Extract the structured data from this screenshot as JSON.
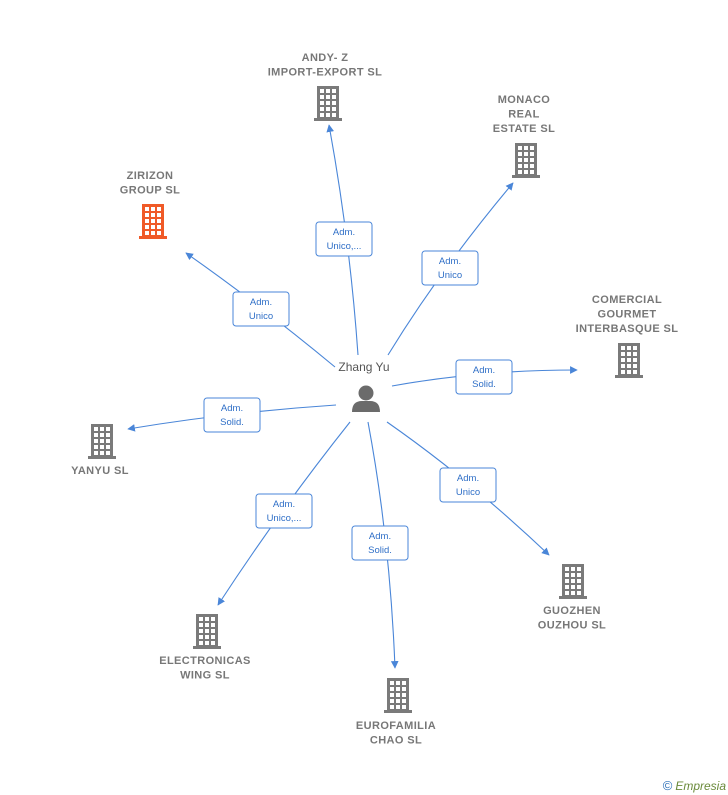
{
  "center": {
    "name": "Zhang Yu",
    "icon": "person-icon"
  },
  "companies": [
    {
      "id": "andy",
      "lines": [
        "ANDY- Z",
        "IMPORT-EXPORT SL"
      ],
      "relation": [
        "Adm.",
        "Unico,..."
      ],
      "highlight": false,
      "icon": "building-icon"
    },
    {
      "id": "monaco",
      "lines": [
        "MONACO",
        "REAL",
        "ESTATE  SL"
      ],
      "relation": [
        "Adm.",
        "Unico"
      ],
      "highlight": false,
      "icon": "building-icon"
    },
    {
      "id": "zirizon",
      "lines": [
        "ZIRIZON",
        "GROUP  SL"
      ],
      "relation": [
        "Adm.",
        "Unico"
      ],
      "highlight": true,
      "icon": "building-icon"
    },
    {
      "id": "comercial",
      "lines": [
        "COMERCIAL",
        "GOURMET",
        "INTERBASQUE SL"
      ],
      "relation": [
        "Adm.",
        "Solid."
      ],
      "highlight": false,
      "icon": "building-icon"
    },
    {
      "id": "yanyu",
      "lines": [
        "YANYU SL"
      ],
      "relation": [
        "Adm.",
        "Solid."
      ],
      "highlight": false,
      "icon": "building-icon"
    },
    {
      "id": "guozhen",
      "lines": [
        "GUOZHEN",
        "OUZHOU SL"
      ],
      "relation": [
        "Adm.",
        "Unico"
      ],
      "highlight": false,
      "icon": "building-icon"
    },
    {
      "id": "electronicas",
      "lines": [
        "ELECTRONICAS",
        "WING  SL"
      ],
      "relation": [
        "Adm.",
        "Unico,..."
      ],
      "highlight": false,
      "icon": "building-icon"
    },
    {
      "id": "eurofamilia",
      "lines": [
        "EUROFAMILIA",
        "CHAO SL"
      ],
      "relation": [
        "Adm.",
        "Solid."
      ],
      "highlight": false,
      "icon": "building-icon"
    }
  ],
  "colors": {
    "edge": "#4a86d8",
    "building": "#7a7a7a",
    "highlight": "#f05a28",
    "person": "#6b6b6b"
  },
  "footer": {
    "copyright": "©",
    "brand": "Empresia"
  }
}
